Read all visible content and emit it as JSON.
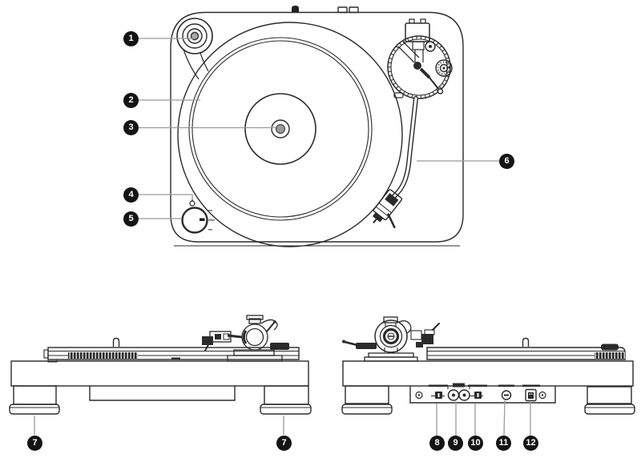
{
  "callouts": {
    "top_view": [
      {
        "label": "1"
      },
      {
        "label": "2"
      },
      {
        "label": "3"
      },
      {
        "label": "4"
      },
      {
        "label": "5"
      },
      {
        "label": "6"
      }
    ],
    "front_view": [
      {
        "label": "7"
      },
      {
        "label": "7"
      }
    ],
    "rear_view": [
      {
        "label": "8"
      },
      {
        "label": "9"
      },
      {
        "label": "10"
      },
      {
        "label": "11"
      },
      {
        "label": "12"
      }
    ]
  },
  "colors": {
    "background": "#ffffff",
    "line": "#2b2b2b",
    "leader_line": "#9b9b9b",
    "badge_background": "#141414",
    "badge_text": "#ffffff"
  }
}
